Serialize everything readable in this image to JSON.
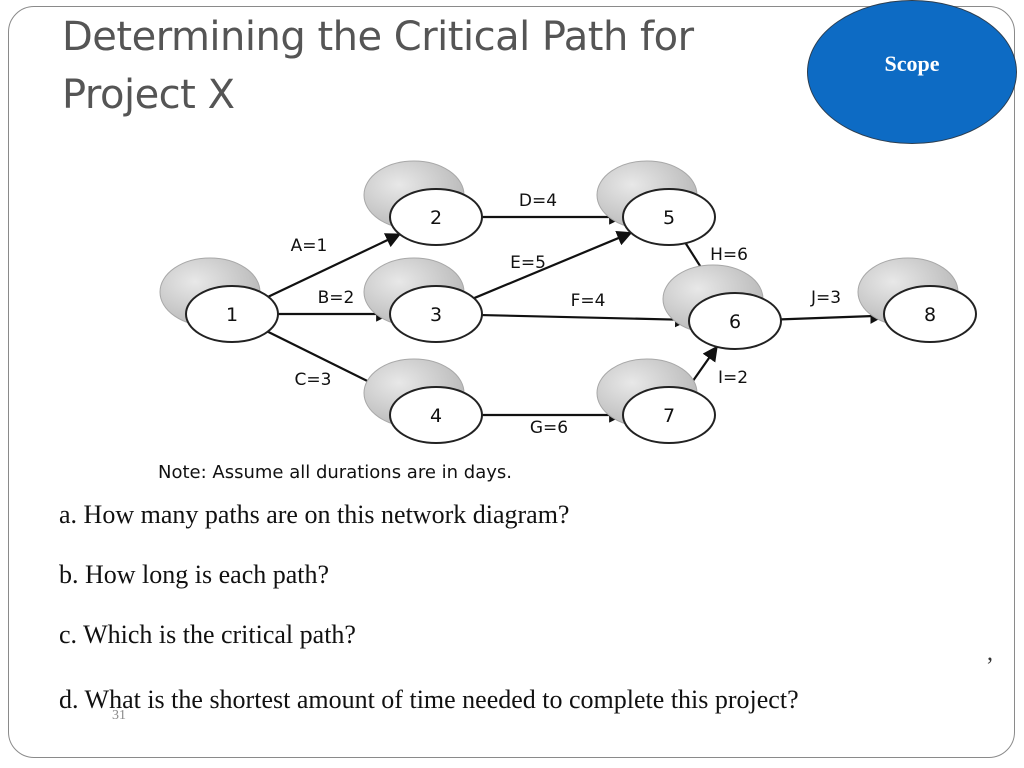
{
  "slide": {
    "title_lines": [
      "Determining the Critical Path for",
      "Project X"
    ],
    "scope_badge": "Scope",
    "slide_number": "31",
    "stray_mark": ","
  },
  "diagram": {
    "nodes": [
      "1",
      "2",
      "3",
      "4",
      "5",
      "6",
      "7",
      "8"
    ],
    "edges": [
      {
        "label": "A=1",
        "from": "1",
        "to": "2"
      },
      {
        "label": "B=2",
        "from": "1",
        "to": "3"
      },
      {
        "label": "C=3",
        "from": "1",
        "to": "4"
      },
      {
        "label": "D=4",
        "from": "2",
        "to": "5"
      },
      {
        "label": "E=5",
        "from": "3",
        "to": "5"
      },
      {
        "label": "F=4",
        "from": "3",
        "to": "6"
      },
      {
        "label": "G=6",
        "from": "4",
        "to": "7"
      },
      {
        "label": "H=6",
        "from": "5",
        "to": "6"
      },
      {
        "label": "I=2",
        "from": "7",
        "to": "6"
      },
      {
        "label": "J=3",
        "from": "6",
        "to": "8"
      }
    ],
    "note": "Note:  Assume all durations are in days."
  },
  "questions": [
    "a. How many paths are on this network diagram?",
    "b. How long is each path?",
    "c. Which is the critical path?",
    "d. What is the shortest amount of time needed to complete this project?"
  ],
  "colors": {
    "scope_badge_fill": "#0d6bc4",
    "title_text": "#555555",
    "node_fill": "#ffffff",
    "node_shadow": "#cfcfcf"
  }
}
